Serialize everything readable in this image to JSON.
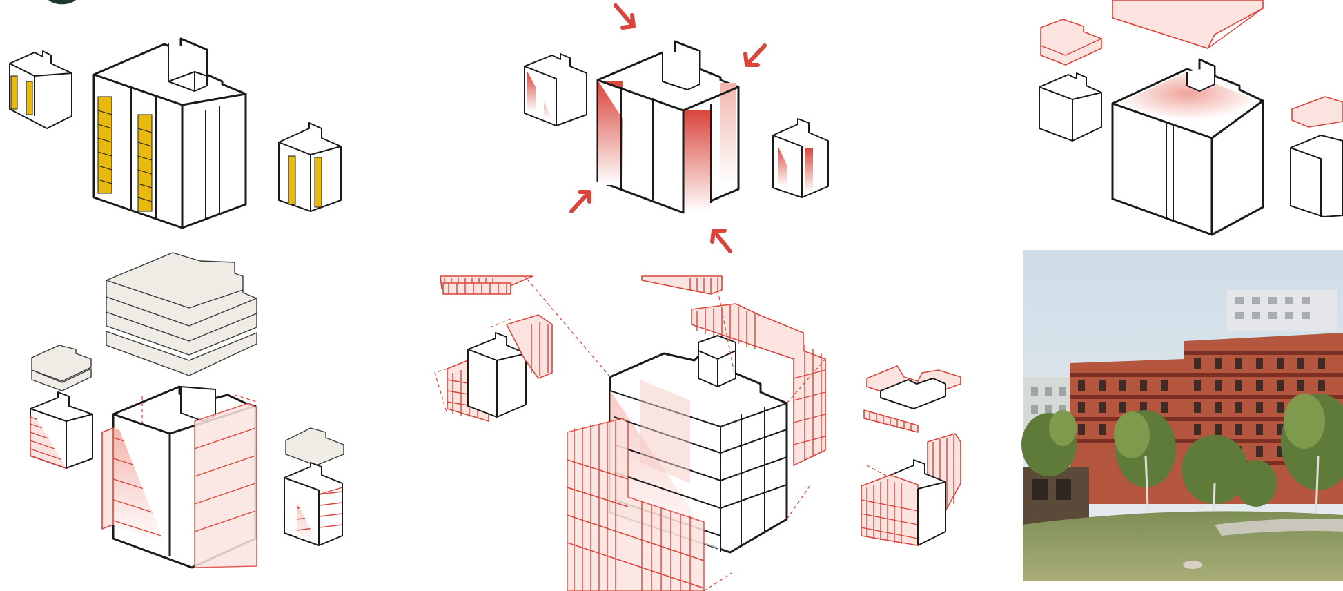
{
  "panels": [
    {
      "id": "massing-balconies",
      "label": ""
    },
    {
      "id": "massing-facade-orientation",
      "label": ""
    },
    {
      "id": "massing-roof-separation",
      "label": ""
    },
    {
      "id": "exploded-floor-slabs",
      "label": ""
    },
    {
      "id": "exploded-facade-elements",
      "label": ""
    },
    {
      "id": "rendering-photo",
      "label": ""
    }
  ],
  "colors": {
    "accent_red": "#d9453b",
    "balcony_yellow": "#e8b90f",
    "line": "#1a1a1a",
    "slab_beige": "#efece6"
  },
  "icons": [
    "arrow-in-icon"
  ]
}
